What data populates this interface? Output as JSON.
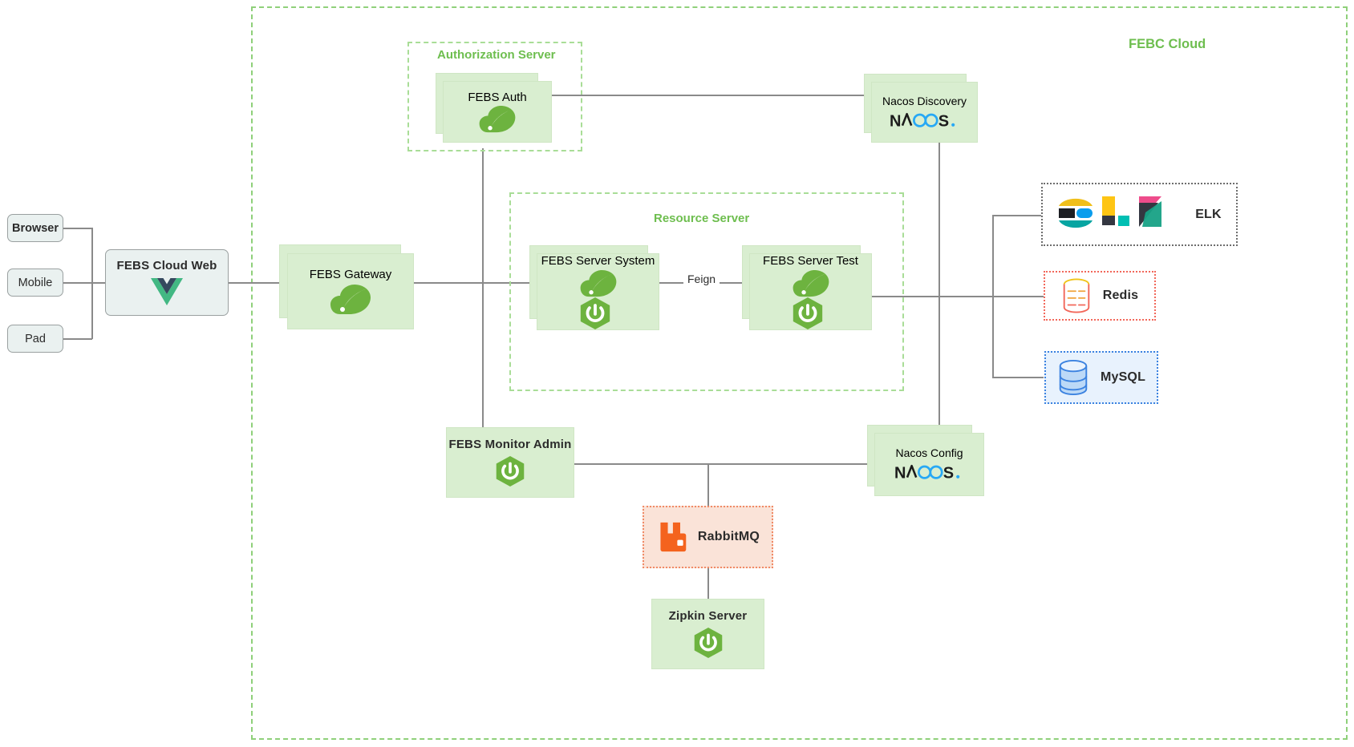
{
  "diagram": {
    "cloud_label": "FEBC Cloud",
    "groups": [
      {
        "id": "auth",
        "label": "Authorization Server"
      },
      {
        "id": "resource",
        "label": "Resource Server"
      }
    ],
    "clients": [
      {
        "label": "Browser"
      },
      {
        "label": "Mobile"
      },
      {
        "label": "Pad"
      }
    ],
    "nodes": {
      "web": {
        "label": "FEBS Cloud Web",
        "icon": "vue-icon"
      },
      "gateway": {
        "label": "FEBS Gateway",
        "icons": [
          "spring-cloud-leaf-icon"
        ]
      },
      "auth": {
        "label": "FEBS Auth",
        "icons": [
          "spring-cloud-leaf-icon"
        ]
      },
      "server_system": {
        "label": "FEBS Server System",
        "icons": [
          "spring-cloud-leaf-icon",
          "spring-boot-icon"
        ]
      },
      "server_test": {
        "label": "FEBS Server Test",
        "icons": [
          "spring-cloud-leaf-icon",
          "spring-boot-icon"
        ]
      },
      "nacos_discovery": {
        "label": "Nacos Discovery",
        "icon": "nacos-logo"
      },
      "nacos_config": {
        "label": "Nacos Config",
        "icon": "nacos-logo"
      },
      "monitor_admin": {
        "label": "FEBS Monitor Admin",
        "icons": [
          "spring-boot-icon"
        ]
      },
      "rabbitmq": {
        "label": "RabbitMQ",
        "icon": "rabbitmq-icon"
      },
      "zipkin": {
        "label": "Zipkin Server",
        "icons": [
          "spring-boot-icon"
        ]
      },
      "elk": {
        "label": "ELK",
        "icon": "elk-icon"
      },
      "redis": {
        "label": "Redis",
        "icon": "redis-icon"
      },
      "mysql": {
        "label": "MySQL",
        "icon": "mysql-icon"
      }
    },
    "edge_labels": {
      "feign": "Feign"
    },
    "colors": {
      "green_accent": "#6ebe4f",
      "node_fill": "#d9eed0",
      "node_border": "#cfe6c4",
      "client_fill": "#eaf1f0",
      "client_border": "#9aa0a0",
      "line": "#8a8a8a",
      "rabbit_orange": "#f4631e",
      "redis_red": "#f2675a",
      "mysql_blue": "#3b82e0",
      "spring_green": "#6db33f",
      "nacos_blue": "#27a8f5"
    }
  }
}
